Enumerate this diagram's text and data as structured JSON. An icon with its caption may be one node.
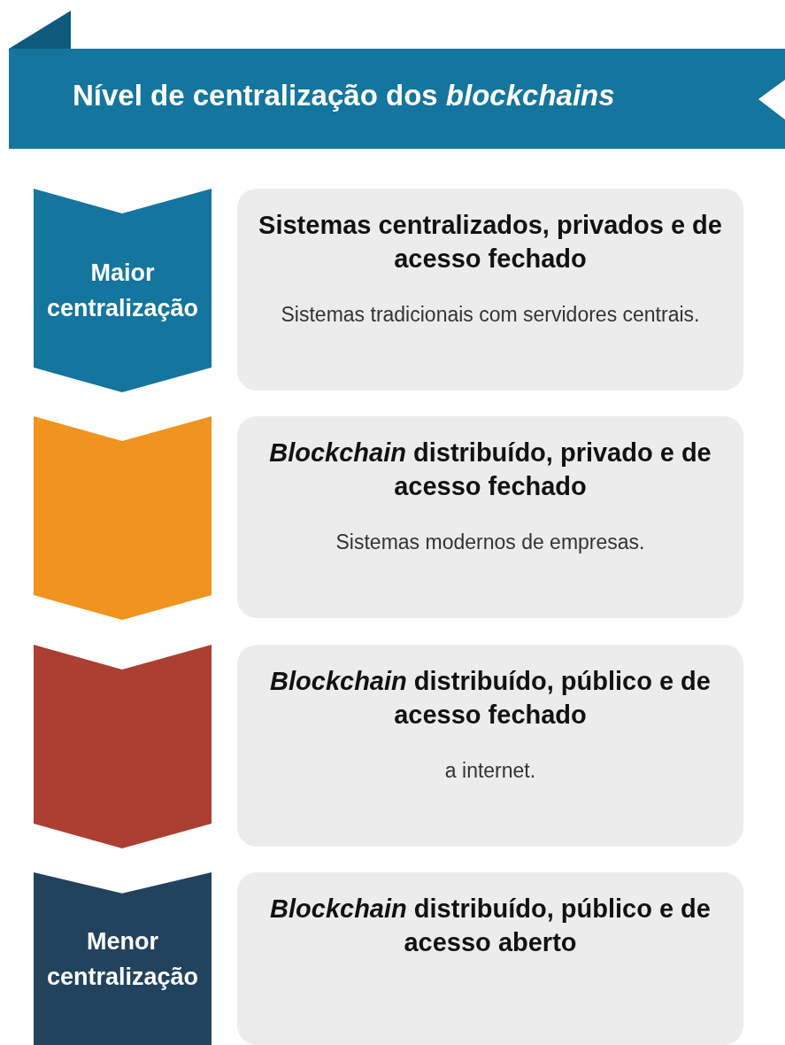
{
  "diagram": {
    "title": "Nível de centralização dos *blockchains*",
    "nodes": [
      {
        "text": [
          "Maior centralização"
        ]
      },
      {
        "text": [
          "Sistemas centralizados, privados e de acesso fechado",
          "Sistemas tradicionais com servidores centrais."
        ]
      },
      {
        "text": [],
        "shape": "chevron"
      },
      {
        "text": [
          "*Blockchain* distribuído, privado e de acesso fechado",
          "Sistemas modernos de empresas."
        ]
      },
      {
        "text": [],
        "shape": "chevron"
      },
      {
        "text": [
          "*Blockchain* distribuído, público e de acesso fechado",
          "a internet."
        ]
      },
      {
        "text": [
          "Menor centralização"
        ]
      },
      {
        "text": [
          "*Blockchain* distribuído, público e de acesso aberto"
        ]
      }
    ]
  }
}
